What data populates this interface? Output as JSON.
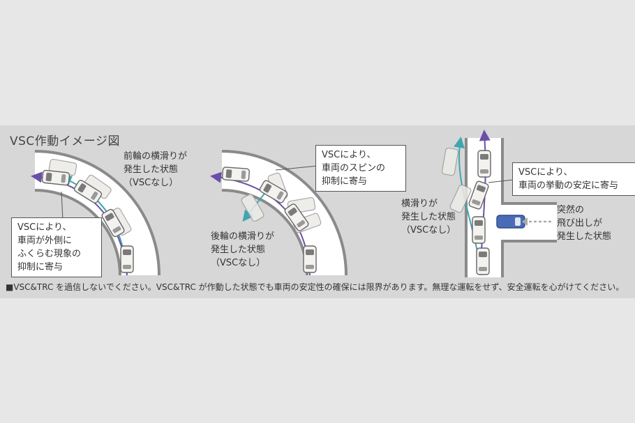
{
  "title": "VSC作動イメージ図",
  "scenes": [
    {
      "label": "前輪の横滑りが\n発生した状態\n（VSCなし）",
      "callout": "VSCにより、\n車両が外側に\nふくらむ現象の\n抑制に寄与"
    },
    {
      "label": "後輪の横滑りが\n発生した状態\n（VSCなし）",
      "callout": "VSCにより、\n車両のスピンの\n抑制に寄与"
    },
    {
      "label": "横滑りが\n発生した状態\n（VSCなし）",
      "callout": "VSCにより、\n車両の挙動の安定に寄与",
      "event": "突然の\n飛び出しが\n発生した状態"
    }
  ],
  "note": "■VSC&TRC を過信しないでください。VSC&TRC が作動した状態でも車両の安定性の確保には限界があります。無理な運転をせず、安全運転を心がけてください。",
  "colors": {
    "road": "#ffffff",
    "edge": "#8a8a8a",
    "path_vsc": "#6a4fa8",
    "path_skid": "#3fa6b0",
    "car_body": "#f4f2ee",
    "car_outline": "#666666",
    "oncoming_car": "#4a6bb5"
  }
}
